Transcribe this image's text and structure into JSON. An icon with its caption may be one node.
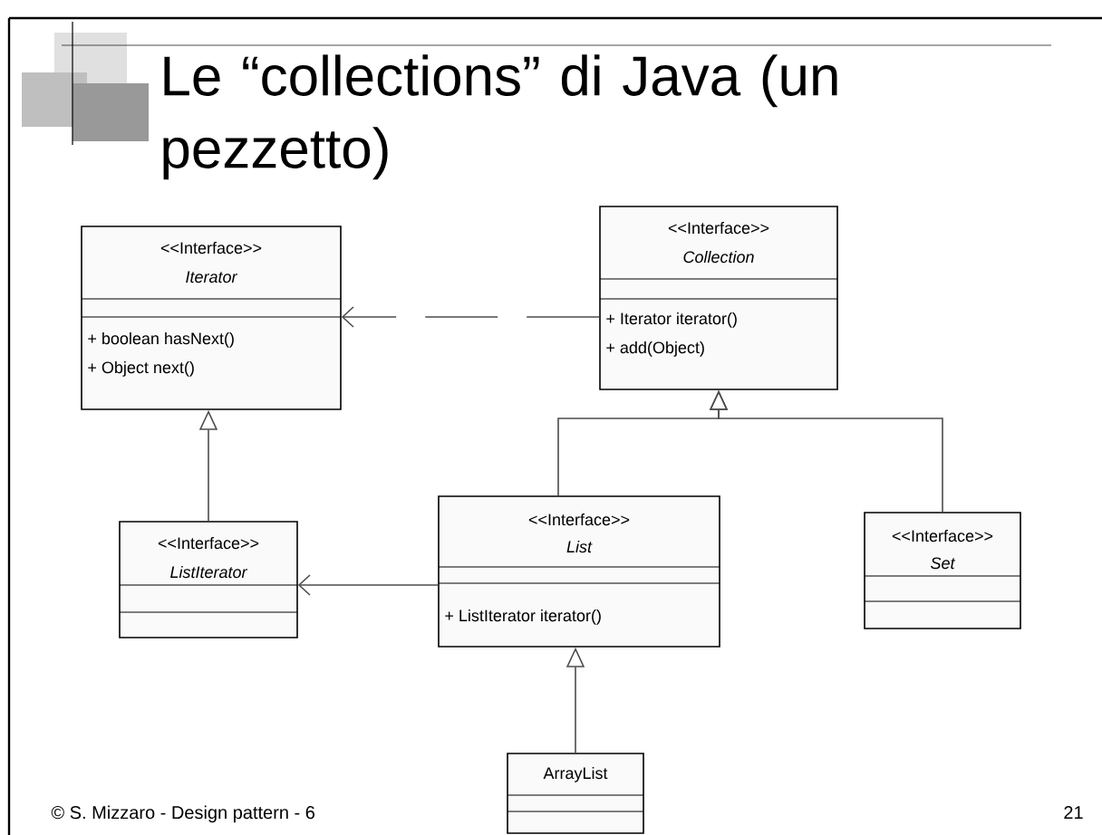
{
  "diagram": {
    "title": "Le “collections” di Java (un pezzetto)",
    "nodes": [
      {
        "text": [
          "<<Interface>>",
          "Iterator",
          "+ boolean hasNext()",
          "+ Object next()"
        ]
      },
      {
        "text": [
          "<<Interface>>",
          "Collection",
          "+ Iterator iterator()",
          "+ add(Object)"
        ]
      },
      {
        "text": [
          "<<Interface>>",
          "ListIterator"
        ]
      },
      {
        "text": [
          "<<Interface>>",
          "List",
          "+ ListIterator iterator()"
        ]
      },
      {
        "text": [
          "<<Interface>>",
          "Set"
        ]
      },
      {
        "text": [
          "ArrayList"
        ]
      }
    ],
    "edges": [
      {
        "from": 1,
        "to": 0,
        "arrow": "to",
        "style": "dashed"
      },
      {
        "from": 2,
        "to": 0,
        "arrow": "to"
      },
      {
        "from": 3,
        "to": 1,
        "arrow": "to"
      },
      {
        "from": 4,
        "to": 1,
        "arrow": "to"
      },
      {
        "from": 3,
        "to": 2,
        "arrow": "to"
      },
      {
        "from": 5,
        "to": 3,
        "arrow": "to"
      }
    ],
    "labels": [
      "© S. Mizzaro - Design pattern - 6",
      "21"
    ]
  }
}
